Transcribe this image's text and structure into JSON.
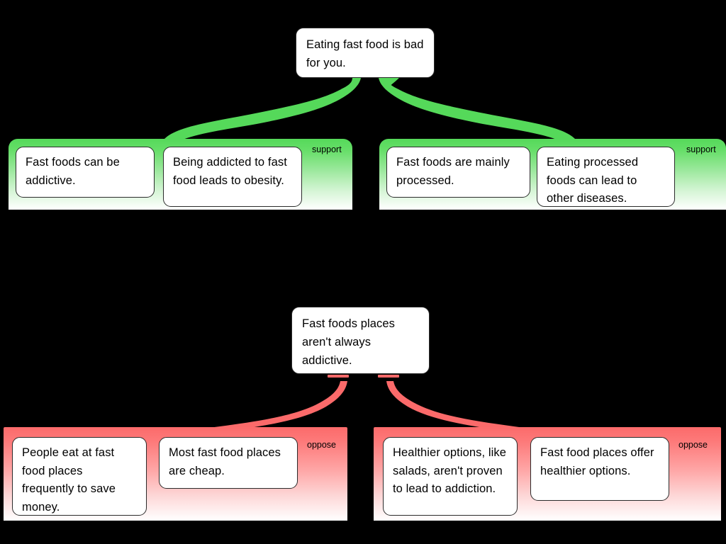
{
  "diagram": {
    "type": "argument-map",
    "background_color": "#000000",
    "support_color": "#55d95a",
    "oppose_color": "#fc6b6b",
    "box_fill": "#ffffff",
    "box_border": "#2b2b2b"
  },
  "arguments": [
    {
      "id": "arg-support",
      "relation": "support",
      "claim": "Eating fast food is\nbad for you.",
      "claim_text": "Eating fast food is bad for you.",
      "groups": [
        {
          "id": "support-group-left",
          "label": "support",
          "premises": [
            "Fast foods can be addictive.",
            "Being addicted to fast food leads to obesity."
          ]
        },
        {
          "id": "support-group-right",
          "label": "support",
          "premises": [
            "Fast foods are mainly processed.",
            "Eating processed foods can lead to other diseases."
          ]
        }
      ]
    },
    {
      "id": "arg-oppose",
      "relation": "oppose",
      "claim": "Fast foods places\naren't always\naddictive.",
      "claim_text": "Fast foods places aren't always addictive.",
      "groups": [
        {
          "id": "oppose-group-left",
          "label": "oppose",
          "premises": [
            "People eat at fast food places frequently to save money.",
            "Most fast food places are cheap."
          ]
        },
        {
          "id": "oppose-group-right",
          "label": "oppose",
          "premises": [
            "Healthier options, like salads, aren't proven to lead to addiction.",
            "Fast food places offer healthier options."
          ]
        }
      ]
    }
  ]
}
